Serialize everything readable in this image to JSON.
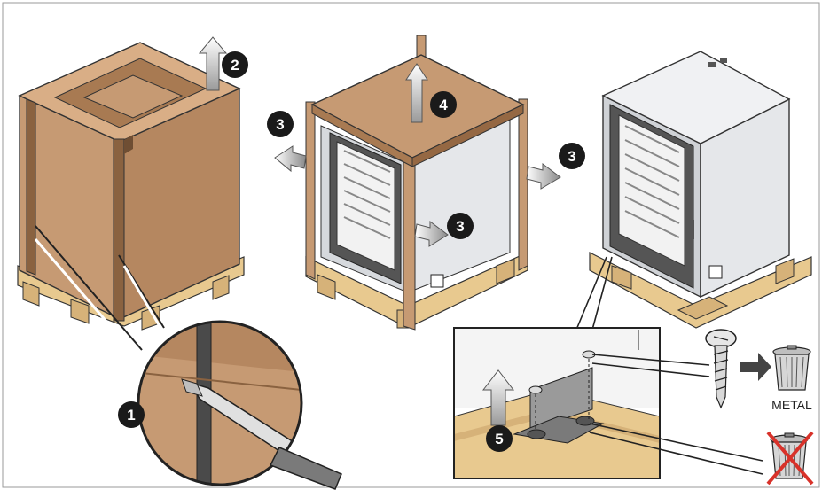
{
  "figure": {
    "background": "#ffffff",
    "cardboard_color": "#c69a73",
    "cardboard_dark": "#a87a52",
    "wood_color": "#e8c98f",
    "metal_color": "#d6d9dd",
    "frame_color": "#5a5a5a"
  },
  "steps": {
    "cut_strap": "1",
    "lift_box": "2",
    "remove_frame_left": "3",
    "remove_frame_right": "3",
    "remove_frame_front": "3",
    "lift_top": "4",
    "remove_screws": "5"
  },
  "labels": {
    "metal_bin": "METAL"
  },
  "icons": {
    "arrow": "arrow-up-icon",
    "screw": "screw-icon",
    "bin": "trash-bin-icon",
    "crossed_bin": "no-trash-icon"
  }
}
